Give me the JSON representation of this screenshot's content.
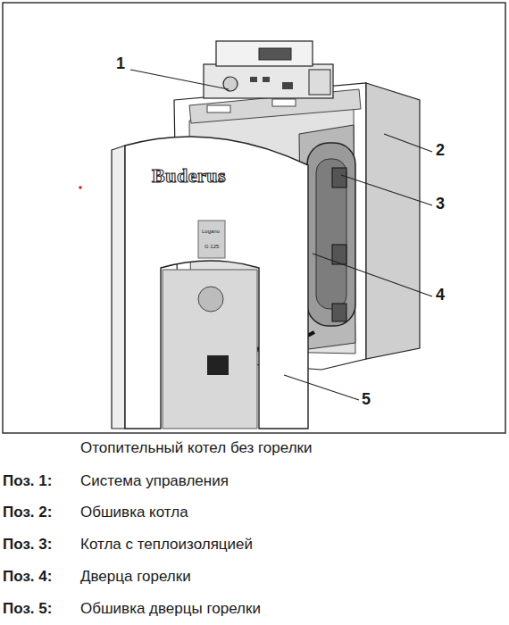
{
  "diagram": {
    "caption": "Отопительный котел без горелки",
    "labels": [
      "1",
      "2",
      "3",
      "4",
      "5",
      "Buderus",
      "Logano",
      "G 125",
      "Поз. 1:",
      "Система управления",
      "Поз. 2:",
      "Обшивка котла",
      "Поз. 3:",
      "Котла с теплоизоляцией",
      "Поз. 4:",
      "Дверца горелки",
      "Поз. 5:",
      "Обшивка дверцы горелки"
    ]
  }
}
